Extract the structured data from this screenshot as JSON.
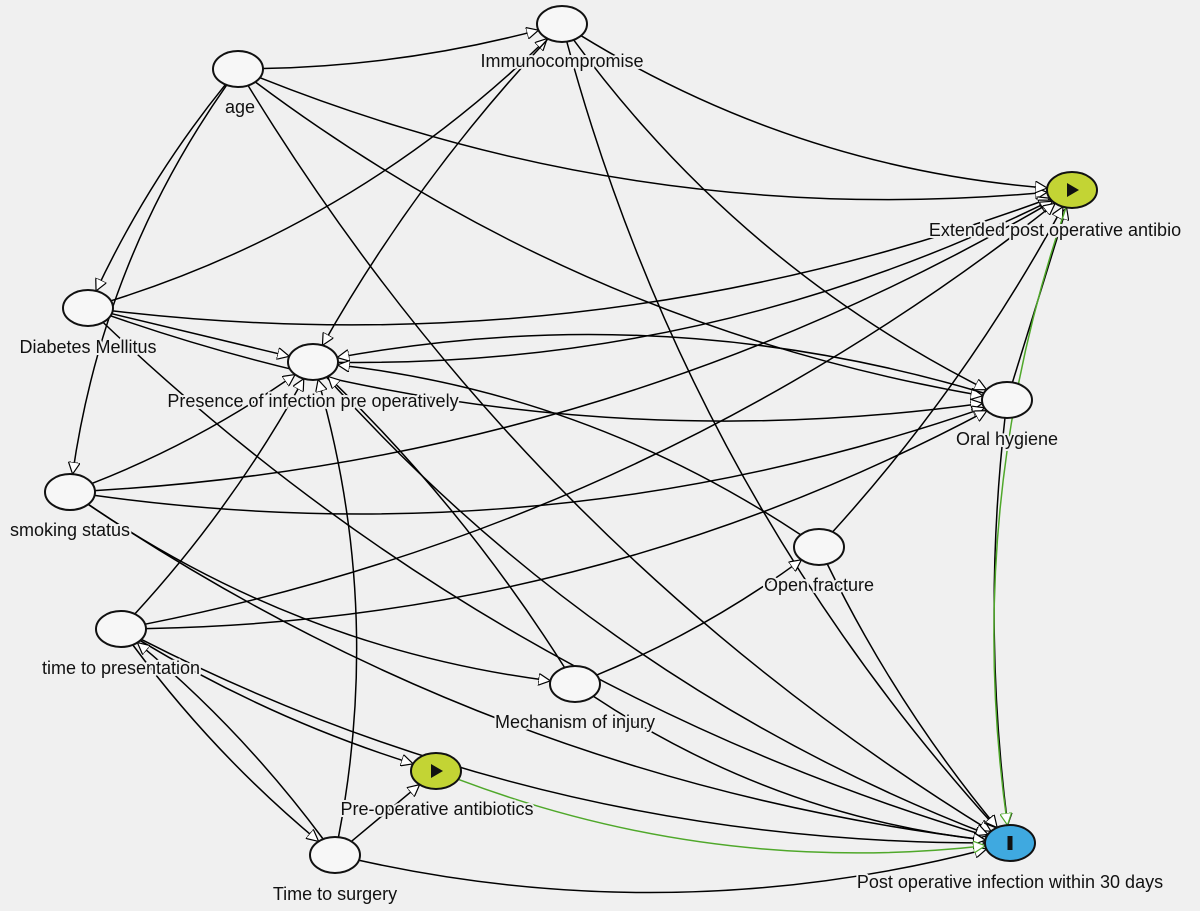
{
  "colors": {
    "background": "#f0f0f0",
    "node_default": "#f7f7f7",
    "node_exposure": "#c3d434",
    "node_outcome": "#3fa9e0",
    "edge_default": "#000000",
    "edge_causal": "#4fa82a"
  },
  "nodes": [
    {
      "id": "age",
      "label": "age",
      "type": "default"
    },
    {
      "id": "immuno",
      "label": "Immunocompromise",
      "type": "default"
    },
    {
      "id": "ext_abx",
      "label": "Extended post operative antibio",
      "type": "exposure",
      "icon": "play-icon"
    },
    {
      "id": "diabetes",
      "label": "Diabetes Mellitus",
      "type": "default"
    },
    {
      "id": "infection_pre",
      "label": "Presence of infection pre operatively",
      "type": "default"
    },
    {
      "id": "oral",
      "label": "Oral hygiene",
      "type": "default"
    },
    {
      "id": "smoking",
      "label": "smoking status",
      "type": "default"
    },
    {
      "id": "open_fx",
      "label": "Open fracture",
      "type": "default"
    },
    {
      "id": "time_pres",
      "label": "time to presentation",
      "type": "default"
    },
    {
      "id": "mech",
      "label": "Mechanism of injury",
      "type": "default"
    },
    {
      "id": "pre_abx",
      "label": "Pre-operative antibiotics",
      "type": "exposure",
      "icon": "play-icon"
    },
    {
      "id": "time_surg",
      "label": "Time to surgery",
      "type": "default"
    },
    {
      "id": "outcome",
      "label": "Post operative infection within 30 days",
      "type": "outcome",
      "icon": "outcome-bar-icon"
    }
  ],
  "edges": [
    {
      "from": "age",
      "to": "immuno"
    },
    {
      "from": "age",
      "to": "diabetes"
    },
    {
      "from": "age",
      "to": "smoking"
    },
    {
      "from": "age",
      "to": "ext_abx"
    },
    {
      "from": "age",
      "to": "oral"
    },
    {
      "from": "age",
      "to": "outcome"
    },
    {
      "from": "immuno",
      "to": "diabetes",
      "reverse": true
    },
    {
      "from": "immuno",
      "to": "infection_pre"
    },
    {
      "from": "immuno",
      "to": "ext_abx"
    },
    {
      "from": "immuno",
      "to": "oral"
    },
    {
      "from": "immuno",
      "to": "outcome"
    },
    {
      "from": "diabetes",
      "to": "ext_abx"
    },
    {
      "from": "diabetes",
      "to": "infection_pre"
    },
    {
      "from": "diabetes",
      "to": "oral"
    },
    {
      "from": "diabetes",
      "to": "outcome"
    },
    {
      "from": "infection_pre",
      "to": "ext_abx"
    },
    {
      "from": "infection_pre",
      "to": "outcome"
    },
    {
      "from": "oral",
      "to": "infection_pre"
    },
    {
      "from": "oral",
      "to": "ext_abx"
    },
    {
      "from": "oral",
      "to": "outcome"
    },
    {
      "from": "smoking",
      "to": "infection_pre"
    },
    {
      "from": "smoking",
      "to": "ext_abx"
    },
    {
      "from": "smoking",
      "to": "oral"
    },
    {
      "from": "smoking",
      "to": "mech"
    },
    {
      "from": "smoking",
      "to": "outcome"
    },
    {
      "from": "open_fx",
      "to": "infection_pre"
    },
    {
      "from": "open_fx",
      "to": "ext_abx"
    },
    {
      "from": "open_fx",
      "to": "outcome"
    },
    {
      "from": "time_pres",
      "to": "infection_pre"
    },
    {
      "from": "time_pres",
      "to": "ext_abx"
    },
    {
      "from": "time_pres",
      "to": "oral"
    },
    {
      "from": "time_pres",
      "to": "pre_abx"
    },
    {
      "from": "time_pres",
      "to": "time_surg"
    },
    {
      "from": "time_pres",
      "to": "outcome"
    },
    {
      "from": "mech",
      "to": "infection_pre"
    },
    {
      "from": "mech",
      "to": "open_fx"
    },
    {
      "from": "mech",
      "to": "outcome"
    },
    {
      "from": "time_surg",
      "to": "infection_pre"
    },
    {
      "from": "time_surg",
      "to": "pre_abx"
    },
    {
      "from": "time_surg",
      "to": "time_pres"
    },
    {
      "from": "time_surg",
      "to": "outcome"
    },
    {
      "from": "pre_abx",
      "to": "outcome",
      "causal": true
    },
    {
      "from": "ext_abx",
      "to": "outcome",
      "causal": true
    }
  ]
}
